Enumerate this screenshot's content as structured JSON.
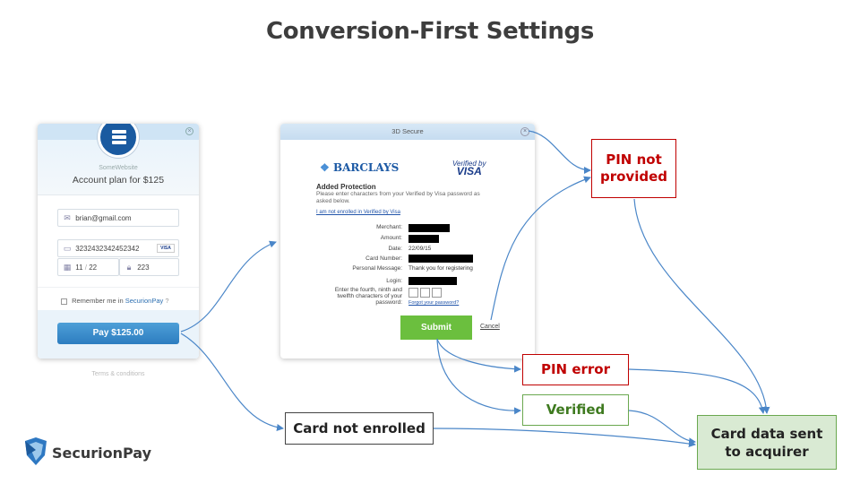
{
  "title": "Conversion-First Settings",
  "checkout": {
    "site_name": "SomeWebsite",
    "plan": "Account plan for $125",
    "email": "brian@gmail.com",
    "card_number": "3232432342452342",
    "card_brand": "VISA",
    "expiry_month": "11",
    "expiry_year": "22",
    "cvc": "223",
    "remember_prefix": "Remember me in",
    "remember_brand": "SecurionPay",
    "pay_label": "Pay $125.00",
    "terms": "Terms & conditions"
  },
  "secure": {
    "window_title": "3D Secure",
    "bank": "BARCLAYS",
    "verified_line1": "Verified by",
    "verified_line2": "VISA",
    "added_protection": "Added Protection",
    "instructions": "Please enter characters from your Verified by Visa password as asked below.",
    "not_enrolled_link": "I am not enrolled in Verified by Visa",
    "labels": {
      "merchant": "Merchant:",
      "amount": "Amount:",
      "date": "Date:",
      "card_number": "Card Number:",
      "personal_message": "Personal Message:",
      "login": "Login:",
      "password_prompt": "Enter the fourth, ninth and twelfth characters of your password:"
    },
    "date_value": "22/09/15",
    "personal_message_value": "Thank you for registering",
    "forgot": "Forgot your password?",
    "submit": "Submit",
    "cancel": "Cancel"
  },
  "flow": {
    "pin_not_provided_line1": "PIN not",
    "pin_not_provided_line2": "provided",
    "pin_error": "PIN error",
    "verified": "Verified",
    "card_not_enrolled": "Card not enrolled",
    "acquirer_line1": "Card data sent",
    "acquirer_line2": "to acquirer"
  },
  "brand": {
    "name": "SecurionPay"
  },
  "colors": {
    "error_red": "#c00000",
    "success_green": "#6aa84f",
    "acquirer_fill": "#d9ead3",
    "arrow_blue": "#4a86c8",
    "pay_blue": "#2d7dc0",
    "submit_green": "#6bbf3e"
  }
}
